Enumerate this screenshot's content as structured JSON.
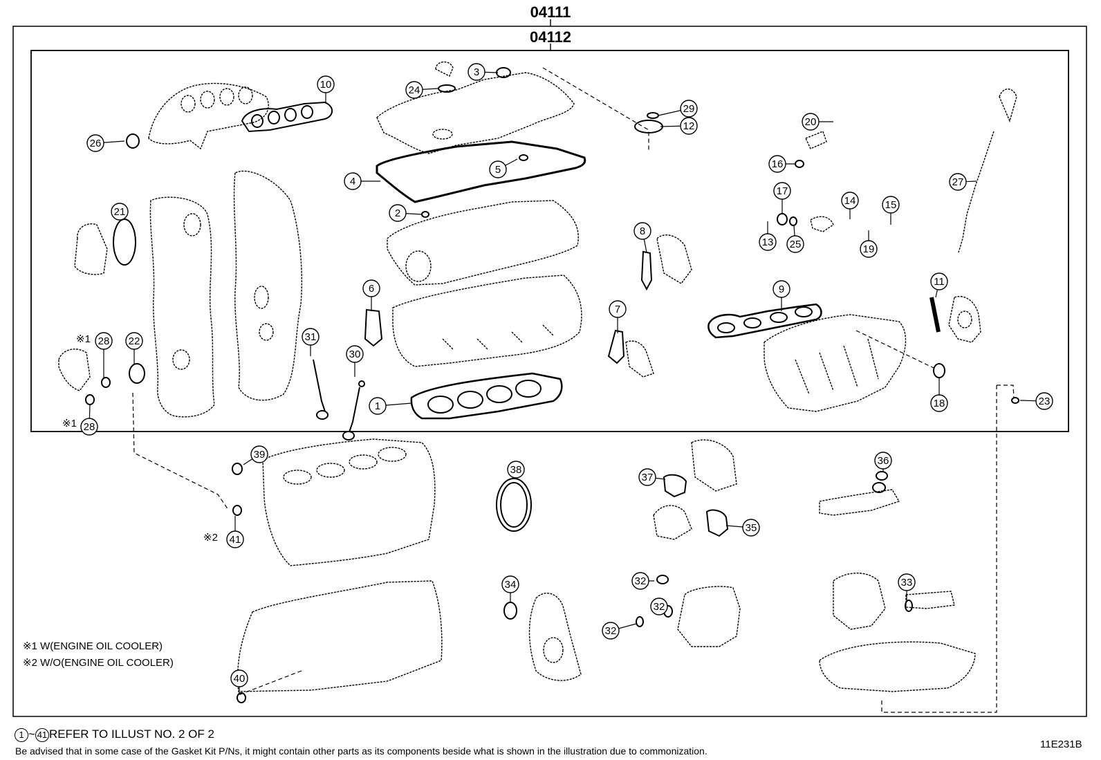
{
  "header": {
    "kit_outer": "04111",
    "kit_inner": "04112"
  },
  "callouts": [
    "1",
    "2",
    "3",
    "4",
    "5",
    "6",
    "7",
    "8",
    "9",
    "10",
    "11",
    "12",
    "13",
    "14",
    "15",
    "16",
    "17",
    "18",
    "19",
    "20",
    "21",
    "22",
    "23",
    "24",
    "25",
    "26",
    "27",
    "28",
    "29",
    "30",
    "31",
    "32",
    "33",
    "34",
    "35",
    "36",
    "37",
    "38",
    "39",
    "40",
    "41"
  ],
  "marks": {
    "w_mark": "※1",
    "wo_mark": "※2"
  },
  "notes": {
    "w_oil_cooler": "※1 W(ENGINE OIL COOLER)",
    "wo_oil_cooler": "※2 W/O(ENGINE OIL COOLER)"
  },
  "footer": {
    "range_from": "1",
    "range_sep": "~",
    "range_to": "41",
    "refer_text": "REFER TO ILLUST NO. 2 OF 2",
    "advisory": "Be advised that in some case of the Gasket Kit P/Ns,  it might contain other parts as its components beside what is shown in the illustration due to commonization.",
    "illust_code": "11E231B"
  }
}
